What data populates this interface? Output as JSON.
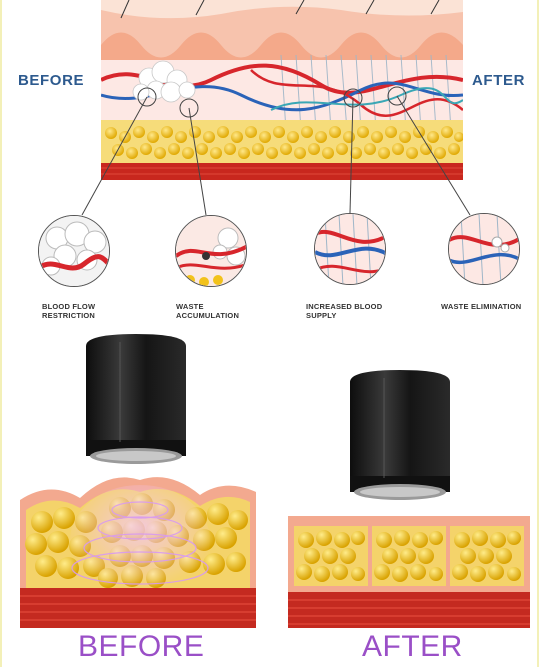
{
  "top": {
    "before_label": "BEFORE",
    "after_label": "AFTER"
  },
  "callouts": [
    {
      "label_line1": "BLOOD FLOW",
      "label_line2": "RESTRICTION"
    },
    {
      "label_line1": "WASTE",
      "label_line2": "ACCUMULATION"
    },
    {
      "label_line1": "INCREASED BLOOD",
      "label_line2": "SUPPLY"
    },
    {
      "label_line1": "WASTE ELIMINATION",
      "label_line2": ""
    }
  ],
  "bottom": {
    "before_label": "BEFORE",
    "after_label": "AFTER"
  },
  "colors": {
    "label_blue": "#2d5a8e",
    "label_purple": "#9a4fc7",
    "fat_yellow": "#f2c21b",
    "muscle_red": "#c8271e",
    "skin_pink": "#f7b9a0",
    "device_black": "#1a1a1a"
  }
}
